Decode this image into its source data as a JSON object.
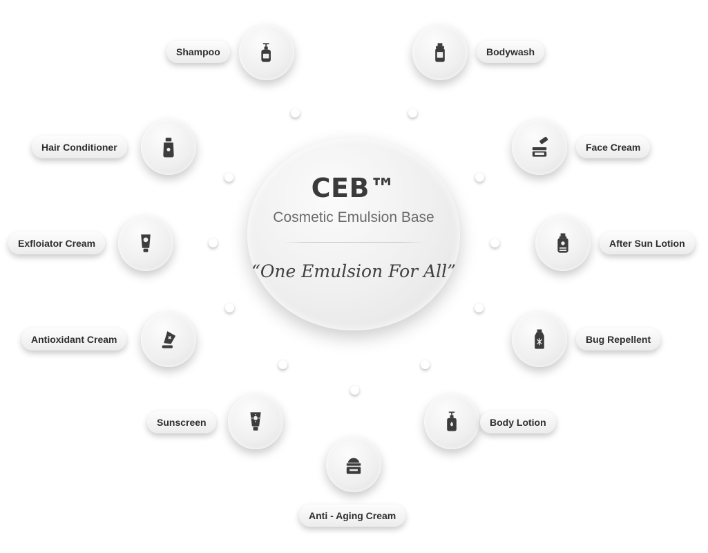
{
  "center": {
    "title": "CEB™",
    "subtitle": "Cosmetic Emulsion Base",
    "tagline": "“One Emulsion For All”"
  },
  "products": [
    {
      "label": "Shampoo",
      "icon": "shampoo-pump-bottle-icon"
    },
    {
      "label": "Bodywash",
      "icon": "bodywash-bottle-icon"
    },
    {
      "label": "Hair Conditioner",
      "icon": "conditioner-bottle-icon"
    },
    {
      "label": "Face Cream",
      "icon": "face-cream-jar-icon"
    },
    {
      "label": "Exfloiator Cream",
      "icon": "exfoliator-tube-icon"
    },
    {
      "label": "After Sun Lotion",
      "icon": "after-sun-lotion-bottle-icon"
    },
    {
      "label": "Antioxidant Cream",
      "icon": "antioxidant-cream-tube-icon"
    },
    {
      "label": "Bug Repellent",
      "icon": "bug-repellent-bottle-icon"
    },
    {
      "label": "Sunscreen",
      "icon": "sunscreen-tube-icon"
    },
    {
      "label": "Body Lotion",
      "icon": "body-lotion-pump-bottle-icon"
    },
    {
      "label": "Anti - Aging Cream",
      "icon": "anti-aging-cream-jar-icon"
    }
  ],
  "colors": {
    "text": "#2e2e2e",
    "icon": "#3c3c3c",
    "surface": "#efefef"
  }
}
